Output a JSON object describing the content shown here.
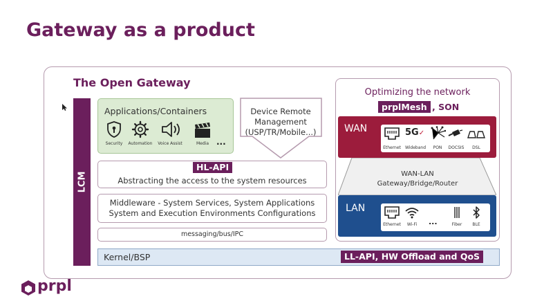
{
  "slide": {
    "title": "Gateway as a product",
    "gateway_title": "The Open Gateway",
    "lcm": "LCM",
    "apps": {
      "title": "Applications/Containers",
      "items": [
        {
          "label": "Security",
          "icon": "shield-lock-icon"
        },
        {
          "label": "Automation",
          "icon": "gear-icon"
        },
        {
          "label": "Voice Assist",
          "icon": "speaker-icon"
        },
        {
          "label": "Media",
          "icon": "clapperboard-icon"
        }
      ],
      "more": "..."
    },
    "device_remote": {
      "line1": "Device Remote",
      "line2": "Management",
      "line3": "(USP/TR/Mobile...)"
    },
    "hl_api": {
      "tag": "HL-API",
      "text": "Abstracting the access to the system resources"
    },
    "middleware": {
      "line1": "Middleware - System Services, System Applications",
      "line2": "System and Execution Environments Configurations"
    },
    "messaging": "messaging/bus/IPC",
    "kernel": "Kernel/BSP",
    "ll_api": "LL-API, HW Offload and QoS",
    "network": {
      "title": "Optimizing the network",
      "mesh": "prplMesh",
      "son": ", SON",
      "wan": {
        "label": "WAN",
        "items": [
          "Ethernet",
          "Wideband",
          "PON",
          "DOCSIS",
          "DSL"
        ]
      },
      "wan_lan_line1": "WAN-LAN",
      "wan_lan_line2": "Gateway/Bridge/Router",
      "lan": {
        "label": "LAN",
        "items": [
          "Ethernet",
          "Wi-Fi",
          "...",
          "Fiber",
          "BLE"
        ]
      }
    },
    "logo": "prpl",
    "colors": {
      "brand": "#6b1f5c",
      "wan": "#9c1c3c",
      "lan": "#1f4f8e",
      "apps_bg": "#dcebd3",
      "kernel_bg": "#dde8f4"
    }
  }
}
